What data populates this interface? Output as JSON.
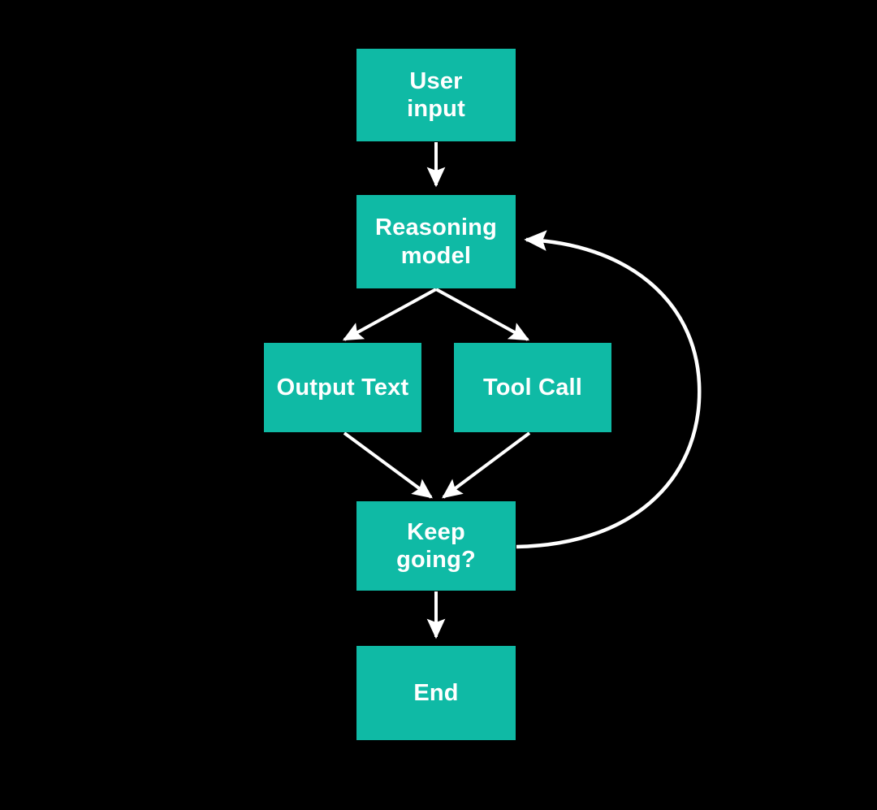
{
  "diagram": {
    "title": "Agent reasoning loop flowchart",
    "background_color": "#000000",
    "node_fill_color": "#0FBAA5",
    "node_text_color": "#FFFFFF",
    "edge_color": "#FFFFFF",
    "nodes": [
      {
        "id": "user-input",
        "label": "User\ninput"
      },
      {
        "id": "reasoning-model",
        "label": "Reasoning\nmodel"
      },
      {
        "id": "output-text",
        "label": "Output Text"
      },
      {
        "id": "tool-call",
        "label": "Tool Call"
      },
      {
        "id": "keep-going",
        "label": "Keep\ngoing?"
      },
      {
        "id": "end",
        "label": "End"
      }
    ],
    "edges": [
      {
        "id": "user-input-to-reasoning-model",
        "from": "user-input",
        "to": "reasoning-model",
        "label": "",
        "style": "straight-arrow"
      },
      {
        "id": "reasoning-model-to-output-text",
        "from": "reasoning-model",
        "to": "output-text",
        "label": "",
        "style": "diagonal-arrow"
      },
      {
        "id": "reasoning-model-to-tool-call",
        "from": "reasoning-model",
        "to": "tool-call",
        "label": "",
        "style": "diagonal-arrow"
      },
      {
        "id": "output-text-to-keep-going",
        "from": "output-text",
        "to": "keep-going",
        "label": "",
        "style": "diagonal-arrow"
      },
      {
        "id": "tool-call-to-keep-going",
        "from": "tool-call",
        "to": "keep-going",
        "label": "",
        "style": "diagonal-arrow"
      },
      {
        "id": "keep-going-to-reasoning-model",
        "from": "keep-going",
        "to": "reasoning-model",
        "label": "",
        "style": "curved-feedback-arrow"
      },
      {
        "id": "keep-going-to-end",
        "from": "keep-going",
        "to": "end",
        "label": "",
        "style": "straight-arrow"
      }
    ]
  }
}
